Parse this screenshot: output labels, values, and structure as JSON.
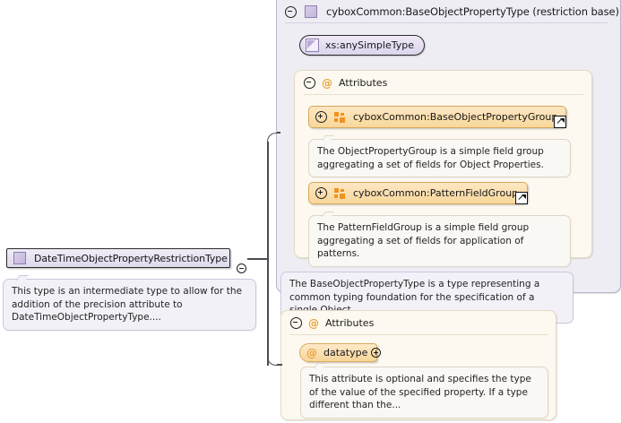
{
  "diagram": {
    "type": "xml-schema-restriction-diagram",
    "root_node": {
      "label": "DateTimeObjectPropertyRestrictionType",
      "icon": "complex-type-icon",
      "collapse_toggle": "collapse-icon",
      "documentation": "This type is an intermediate type to allow for the addition of the precision attribute to DateTimeObjectPropertyType...."
    },
    "base_container": {
      "title": "cyboxCommon:BaseObjectPropertyType (restriction base)",
      "icon": "complex-type-icon",
      "collapse_toggle": "collapse-icon",
      "simple_type": {
        "label": "xs:anySimpleType",
        "icon": "simple-type-icon"
      },
      "attributes_section": {
        "label": "Attributes",
        "icon": "at-sign-icon",
        "collapse_toggle": "collapse-icon",
        "groups": [
          {
            "label": "cyboxCommon:BaseObjectPropertyGroup",
            "icon": "attribute-group-icon",
            "expand_toggle": "expand-icon",
            "external_link": "external-link-icon",
            "documentation": "The ObjectPropertyGroup is a simple field group aggregating a set of fields for Object Properties."
          },
          {
            "label": "cyboxCommon:PatternFieldGroup",
            "icon": "attribute-group-icon",
            "expand_toggle": "expand-icon",
            "external_link": "external-link-icon",
            "documentation": "The PatternFieldGroup is a simple field group aggregating a set of fields for application of patterns."
          }
        ]
      },
      "documentation": "The BaseObjectPropertyType is a type representing a common typing foundation for the specification of a single Object..."
    },
    "local_attributes_section": {
      "label": "Attributes",
      "icon": "at-sign-icon",
      "collapse_toggle": "collapse-icon",
      "attributes": [
        {
          "label": "datatype",
          "icon": "at-sign-icon",
          "expand_toggle": "expand-icon",
          "documentation": "This attribute is optional and specifies the type of the value of the specified property. If a type different than the..."
        }
      ]
    },
    "colors": {
      "container_background": "#efedf4",
      "container_border": "#b9b4c8",
      "attributes_background": "#fdf9f0",
      "attributes_border": "#e3d9c2",
      "group_node_fill": "#f8d79b",
      "group_node_border": "#d8a75a",
      "type_node_fill": "#dfd9ec",
      "accent_orange": "#f0921f",
      "connector_line": "#4c4c52"
    }
  }
}
